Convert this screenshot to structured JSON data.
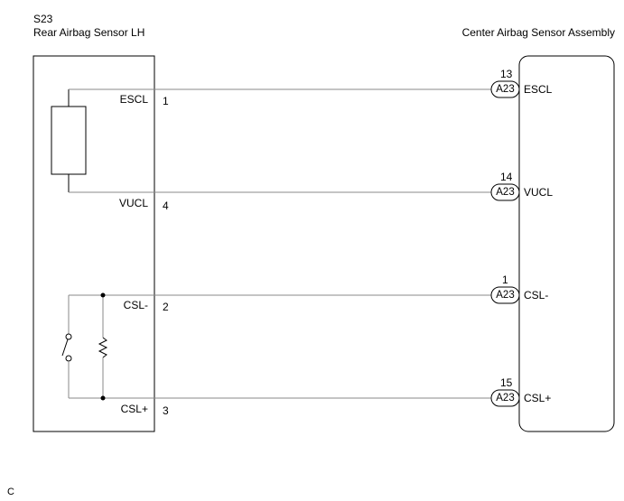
{
  "left_component": {
    "code": "S23",
    "name": "Rear Airbag Sensor LH"
  },
  "right_component": {
    "name": "Center Airbag Sensor Assembly",
    "connector": "A23"
  },
  "wires": [
    {
      "left_signal": "ESCL",
      "left_pin": "1",
      "right_pin": "13",
      "connector": "A23",
      "right_signal": "ESCL"
    },
    {
      "left_signal": "VUCL",
      "left_pin": "4",
      "right_pin": "14",
      "connector": "A23",
      "right_signal": "VUCL"
    },
    {
      "left_signal": "CSL-",
      "left_pin": "2",
      "right_pin": "1",
      "connector": "A23",
      "right_signal": "CSL-"
    },
    {
      "left_signal": "CSL+",
      "left_pin": "3",
      "right_pin": "15",
      "connector": "A23",
      "right_signal": "CSL+"
    }
  ],
  "footer_code": "C"
}
